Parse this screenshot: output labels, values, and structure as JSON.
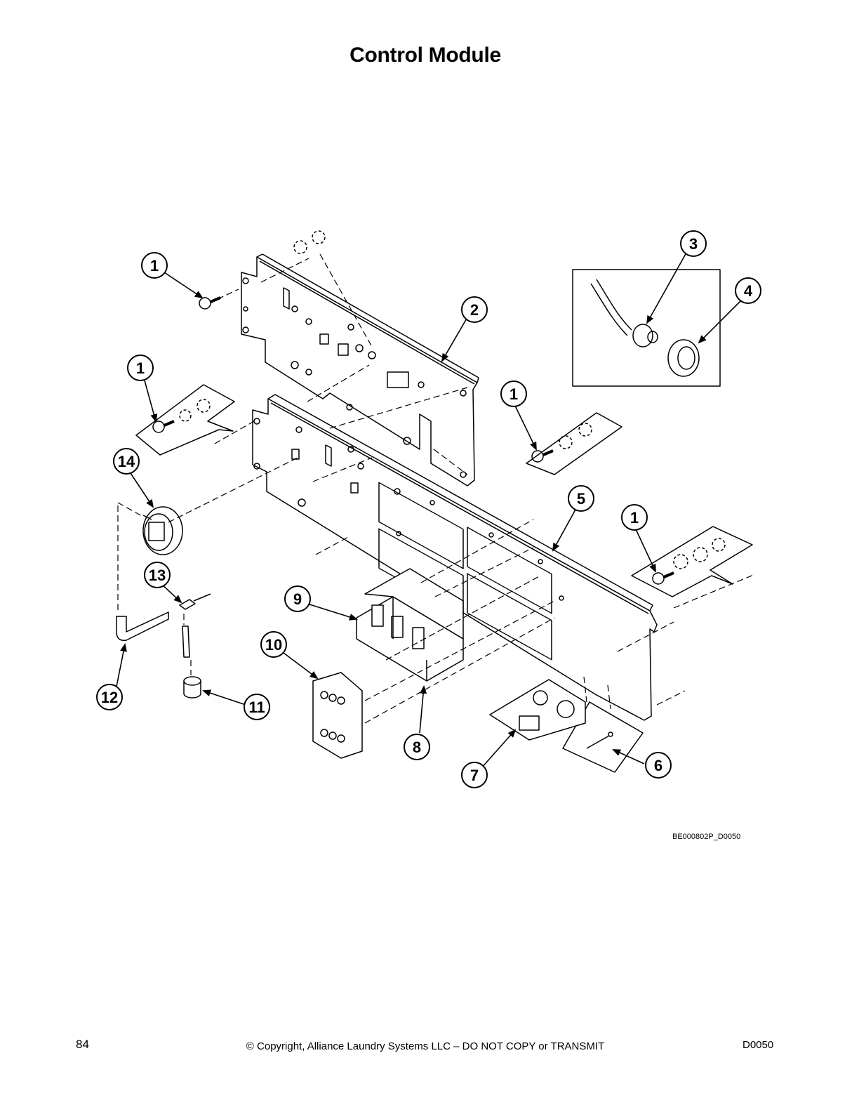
{
  "page": {
    "title": "Control Module",
    "figure_ref": "BE000802P_D0050",
    "page_number": "84",
    "copyright": "© Copyright, Alliance Laundry Systems LLC – DO NOT COPY or TRANSMIT",
    "doc_code": "D0050"
  },
  "callouts": [
    "1",
    "2",
    "3",
    "4",
    "1",
    "1",
    "14",
    "5",
    "1",
    "13",
    "9",
    "10",
    "12",
    "11",
    "8",
    "7",
    "6"
  ]
}
